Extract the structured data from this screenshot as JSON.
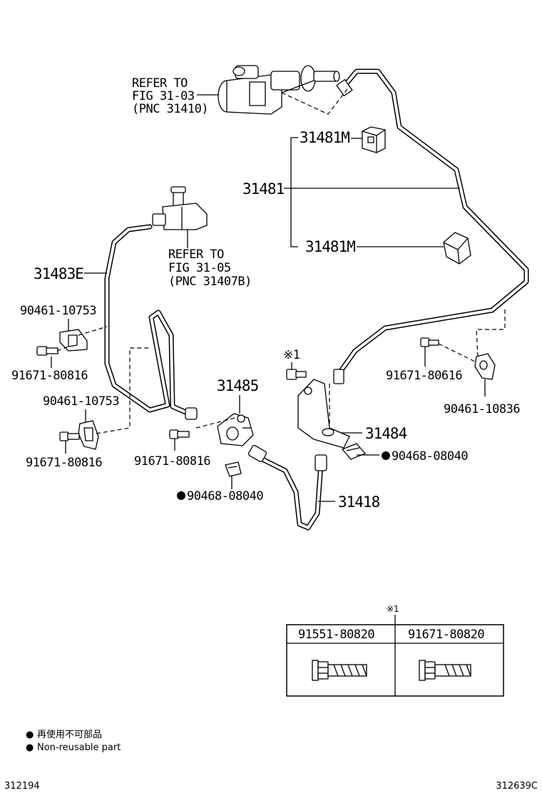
{
  "refer1": {
    "line1": "REFER TO",
    "line2": "FIG 31-03",
    "line3": "(PNC 31410)"
  },
  "refer2": {
    "line1": "REFER TO",
    "line2": "FIG 31-05",
    "line3": "(PNC 31407B)"
  },
  "parts": {
    "p31481M_top": "31481M",
    "p31481": "31481",
    "p31481M_bottom": "31481M",
    "p31483E": "31483E",
    "p90461_10753_a": "90461-10753",
    "p91671_80816_a": "91671-80816",
    "p90461_10753_b": "90461-10753",
    "p91671_80816_b": "91671-80816",
    "p31485": "31485",
    "p91671_80816_c": "91671-80816",
    "p90468_08040_left": "90468-08040",
    "p31418": "31418",
    "p31484": "31484",
    "p90468_08040_right": "90468-08040",
    "p91671_80616": "91671-80616",
    "p90461_10836": "90461-10836",
    "note_mark_diagram": "※1"
  },
  "table": {
    "note_mark": "※1",
    "col1": "91551-80820",
    "col2": "91671-80820"
  },
  "legend": {
    "bullet": "●",
    "line_jp": "再使用不可部品",
    "line_en": "Non-reusable part"
  },
  "footer": {
    "left": "312194",
    "right": "312639C"
  }
}
